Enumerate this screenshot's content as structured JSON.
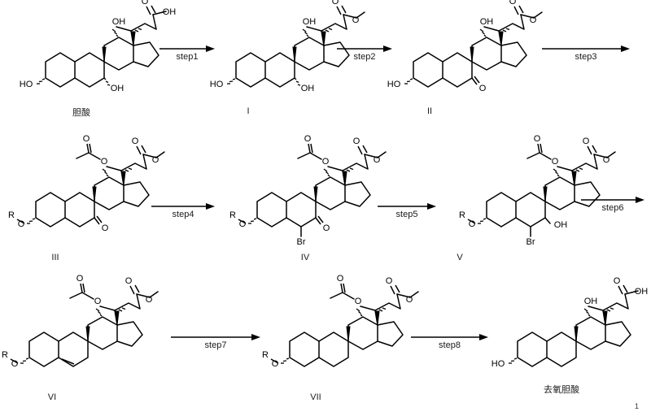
{
  "document": {
    "type": "chemical-synthesis-scheme",
    "title": "",
    "corner_mark": "1"
  },
  "rows": [
    {
      "row_index": 1,
      "items": [
        {
          "kind": "structure",
          "id": "cholic-acid",
          "label": "胆酸",
          "label_lang": "zh",
          "substituents": [
            "3α-OH",
            "7α-OH",
            "12α-OH",
            "COOH"
          ],
          "atom_labels": [
            "HO",
            "OH",
            "OH",
            "O",
            "OH"
          ]
        },
        {
          "kind": "arrow",
          "id": "arrow-step1",
          "label": "step1"
        },
        {
          "kind": "structure",
          "id": "compound-I",
          "label": "I",
          "substituents": [
            "3α-OH",
            "7α-OH",
            "12α-OH",
            "CO2Me"
          ],
          "atom_labels": [
            "HO",
            "OH",
            "OH",
            "O",
            "O"
          ]
        },
        {
          "kind": "arrow",
          "id": "arrow-step2",
          "label": "step2"
        },
        {
          "kind": "structure",
          "id": "compound-II",
          "label": "II",
          "substituents": [
            "3α-OH",
            "7-keto",
            "12α-OH",
            "CO2Me"
          ],
          "atom_labels": [
            "HO",
            "OH",
            "O",
            "O",
            "O"
          ]
        },
        {
          "kind": "arrow",
          "id": "arrow-step3",
          "label": "step3"
        }
      ]
    },
    {
      "row_index": 2,
      "items": [
        {
          "kind": "structure",
          "id": "compound-III",
          "label": "III",
          "substituents": [
            "3α-OR",
            "7-keto",
            "12α-OAc",
            "CO2Me"
          ],
          "atom_labels": [
            "R",
            "O",
            "O",
            "O",
            "O"
          ]
        },
        {
          "kind": "arrow",
          "id": "arrow-step4",
          "label": "step4"
        },
        {
          "kind": "structure",
          "id": "compound-IV",
          "label": "IV",
          "substituents": [
            "3α-OR",
            "6-Br",
            "7-keto",
            "12α-OAc",
            "CO2Me"
          ],
          "atom_labels": [
            "R",
            "O",
            "Br",
            "O",
            "O",
            "O"
          ]
        },
        {
          "kind": "arrow",
          "id": "arrow-step5",
          "label": "step5"
        },
        {
          "kind": "structure",
          "id": "compound-V",
          "label": "V",
          "substituents": [
            "3α-OR",
            "6-Br",
            "7-OH",
            "12α-OAc",
            "CO2Me"
          ],
          "atom_labels": [
            "R",
            "O",
            "Br",
            "OH",
            "O",
            "O"
          ]
        },
        {
          "kind": "arrow",
          "id": "arrow-step6",
          "label": "step6"
        }
      ]
    },
    {
      "row_index": 3,
      "items": [
        {
          "kind": "structure",
          "id": "compound-VI",
          "label": "VI",
          "substituents": [
            "3α-OR",
            "6-ene",
            "12α-OAc",
            "CO2Me"
          ],
          "atom_labels": [
            "R",
            "O",
            "O",
            "O",
            "O"
          ]
        },
        {
          "kind": "arrow",
          "id": "arrow-step7",
          "label": "step7"
        },
        {
          "kind": "structure",
          "id": "compound-VII",
          "label": "VII",
          "substituents": [
            "3α-OR",
            "12α-OAc",
            "CO2Me"
          ],
          "atom_labels": [
            "R",
            "O",
            "O",
            "O",
            "O"
          ]
        },
        {
          "kind": "arrow",
          "id": "arrow-step8",
          "label": "step8"
        },
        {
          "kind": "structure",
          "id": "deoxycholic-acid",
          "label": "去氧胆酸",
          "label_lang": "zh",
          "substituents": [
            "3α-OH",
            "12α-OH",
            "COOH"
          ],
          "atom_labels": [
            "HO",
            "OH",
            "O",
            "OH"
          ]
        }
      ]
    }
  ],
  "labels": {
    "cholic_acid": "胆酸",
    "compound_I": "I",
    "compound_II": "II",
    "compound_III": "III",
    "compound_IV": "IV",
    "compound_V": "V",
    "compound_VI": "VI",
    "compound_VII": "VII",
    "deoxycholic_acid": "去氧胆酸"
  },
  "steps": {
    "step1": "step1",
    "step2": "step2",
    "step3": "step3",
    "step4": "step4",
    "step5": "step5",
    "step6": "step6",
    "step7": "step7",
    "step8": "step8"
  },
  "atoms": {
    "HO": "HO",
    "OH": "OH",
    "O": "O",
    "R": "R",
    "Br": "Br"
  },
  "colors": {
    "line": "#000000",
    "text": "#1a1a1a",
    "background": "#ffffff"
  }
}
